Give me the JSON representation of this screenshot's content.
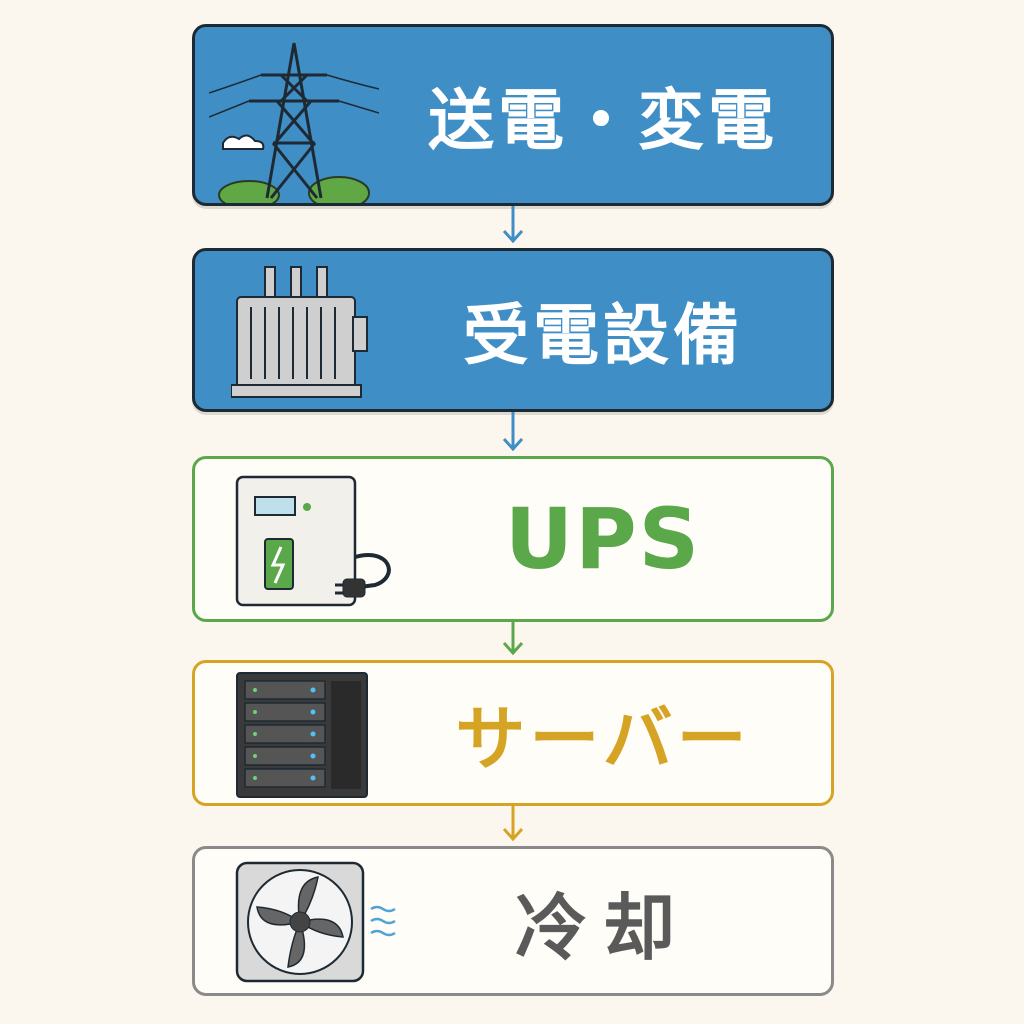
{
  "steps": [
    {
      "label": "送電・変電",
      "icon": "transmission-tower-icon",
      "color": "#3f8ec6"
    },
    {
      "label": "受電設備",
      "icon": "transformer-icon",
      "color": "#3f8ec6"
    },
    {
      "label": "UPS",
      "icon": "ups-battery-icon",
      "color": "#5aa84a"
    },
    {
      "label": "サーバー",
      "icon": "server-rack-icon",
      "color": "#d6a425"
    },
    {
      "label": "冷却",
      "icon": "cooling-fan-icon",
      "color": "#888888"
    }
  ]
}
